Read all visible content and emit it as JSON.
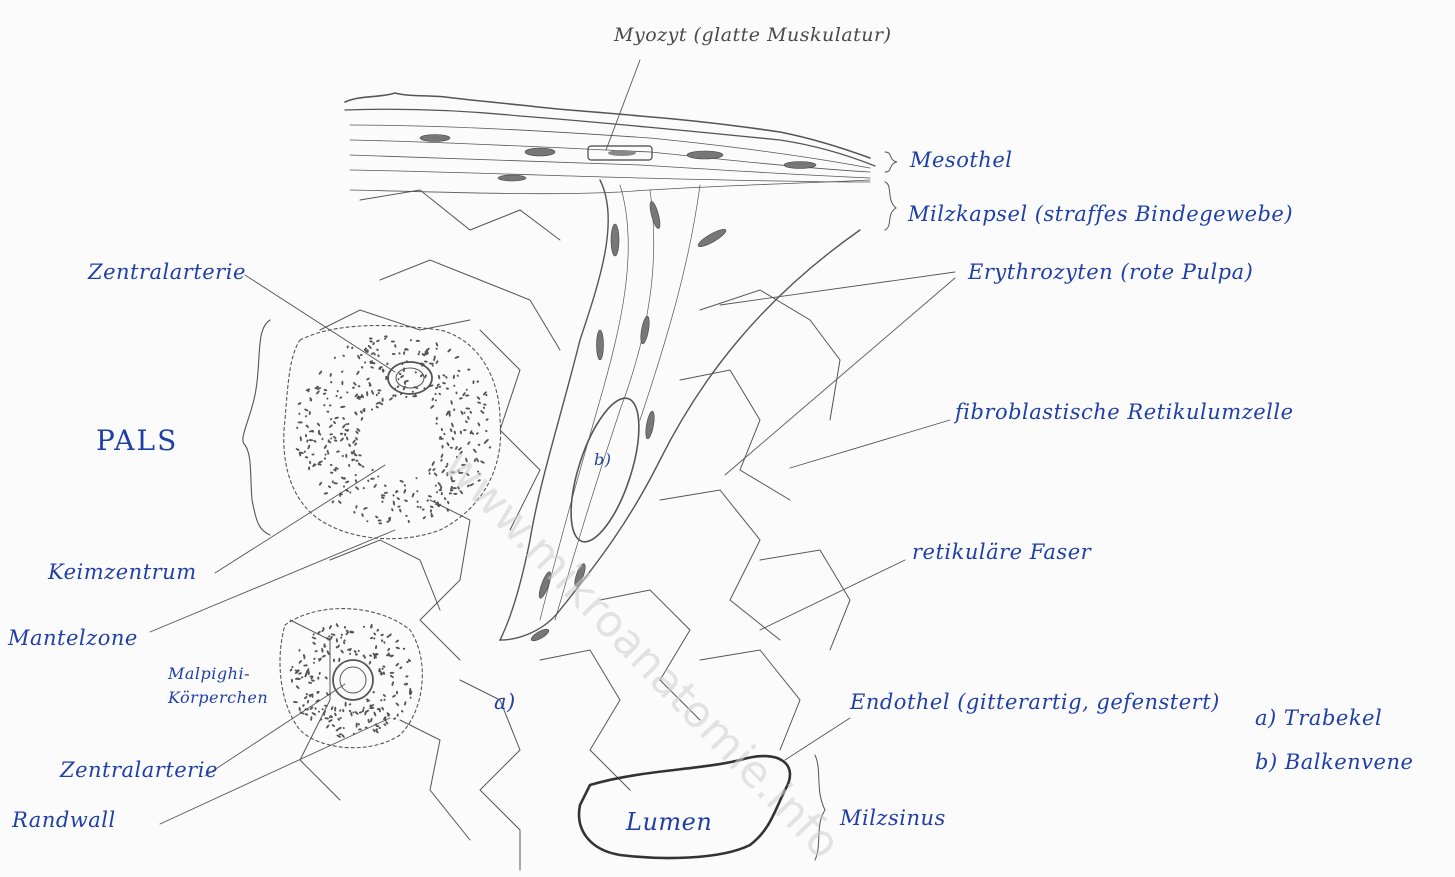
{
  "colors": {
    "ink": "#1f3fa8",
    "pencil": "#555555",
    "paper": "#fbfbfb",
    "watermark": "#cfcfcf"
  },
  "labels": {
    "myozyt": "Myozyt (glatte Muskulatur)",
    "mesothel": "Mesothel",
    "milzkapsel": "Milzkapsel (straffes Bindegewebe)",
    "erythrozyten": "Erythrozyten (rote Pulpa)",
    "retikulumzelle": "fibroblastische Retikulumzelle",
    "retikulaere_faser": "retikuläre Faser",
    "endothel": "Endothel (gitterartig, gefenstert)",
    "milzsinus": "Milzsinus",
    "lumen": "Lumen",
    "zentralarterie_top": "Zentralarterie",
    "pals": "PALS",
    "keimzentrum": "Keimzentrum",
    "mantelzone": "Mantelzone",
    "malpighi": "Malpighi-Körperchen",
    "zentralarterie_bottom": "Zentralarterie",
    "randwall": "Randwall",
    "marker_a": "a)",
    "marker_b": "b)",
    "legend_a": "a)  Trabekel",
    "legend_b": "b)  Balkenvene"
  },
  "watermark": "www.mikroanatomie.info"
}
